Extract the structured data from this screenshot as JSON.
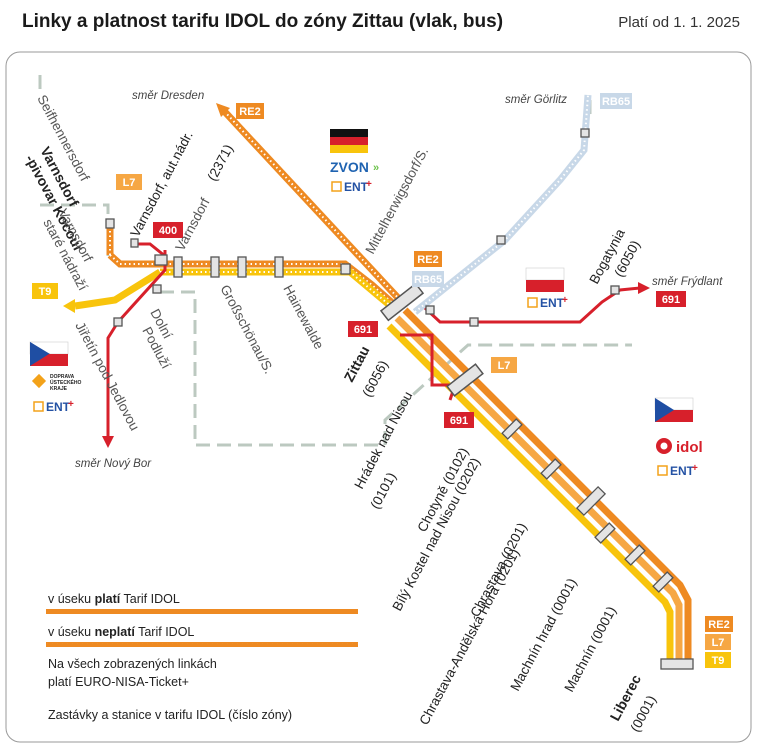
{
  "header": {
    "title": "Linky a platnost tarifu IDOL do zóny Zittau (vlak, bus)",
    "valid_from": "Platí od 1. 1. 2025"
  },
  "directions": {
    "dresden": "směr Dresden",
    "gorlitz": "směr Görlitz",
    "frydlant": "směr Frýdlant",
    "novy_bor": "směr Nový Bor"
  },
  "lines": {
    "re2": "RE2",
    "rb65": "RB65",
    "l7": "L7",
    "t9": "T9",
    "bus400": "400",
    "bus691": "691"
  },
  "stations": {
    "seifhennersdorf": "Seifhennersdorf",
    "varnsdorf_kocour_1": "Varnsdorf",
    "varnsdorf_kocour_2": "-pivovar Kocour",
    "varnsdorf_stare_1": "Varnsdorf",
    "varnsdorf_stare_2": "staré nádraží",
    "varnsdorf_aut_1": "Varnsdorf, aut.nádr.",
    "varnsdorf_aut_2": "(2371)",
    "varnsdorf": "Varnsdorf",
    "dolni_podluzi_1": "Dolní",
    "dolni_podluzi_2": "Podluží",
    "jiretin": "Jiřetín pod Jedlovou",
    "grossschonau": "Großschönau/S.",
    "hainewalde": "Hainewalde",
    "mittelherwigsdorf": "Mittelherwigsdorf/S.",
    "zittau": "Zittau",
    "zittau_zone": "(6056)",
    "bogatynia": "Bogatynia",
    "bogatynia_zone": "(6050)",
    "hradek_1": "Hrádek nad Nisou",
    "hradek_2": "(0101)",
    "chotyne": "Chotyně (0102)",
    "bily_kostel": "Bílý Kostel nad Nisou (0202)",
    "chrastava": "Chrastava (0201)",
    "chrastava_andelska": "Chrastava-Andělská Hora (0201)",
    "machnin_hrad": "Machnín hrad (0001)",
    "machnin": "Machnín (0001)",
    "liberec": "Liberec",
    "liberec_zone": "(0001)"
  },
  "logos": {
    "zvon": "ZVON",
    "ent": "ENT",
    "ent_plus": "+",
    "duk_1": "DOPRAVA",
    "duk_2": "ÚSTECKÉHO",
    "duk_3": "KRAJE",
    "idol": "idol"
  },
  "legend": {
    "valid_pre": "v úseku ",
    "valid_bold": "platí",
    "valid_post": " Tarif IDOL",
    "invalid_pre": "v úseku ",
    "invalid_bold": "neplatí",
    "invalid_post": " Tarif IDOL",
    "euro_nisa_1": "Na všech zobrazených linkách",
    "euro_nisa_2": "platí EURO-NISA-Ticket+",
    "stops_note": "Zastávky a stanice v tarifu IDOL (číslo zóny)"
  },
  "colors": {
    "orange": "#ee8a22",
    "yellow": "#f8c40c",
    "red": "#d7202b",
    "light_blue": "#c8d8e8",
    "border_gray": "#bcc9c0",
    "text": "#222222"
  }
}
